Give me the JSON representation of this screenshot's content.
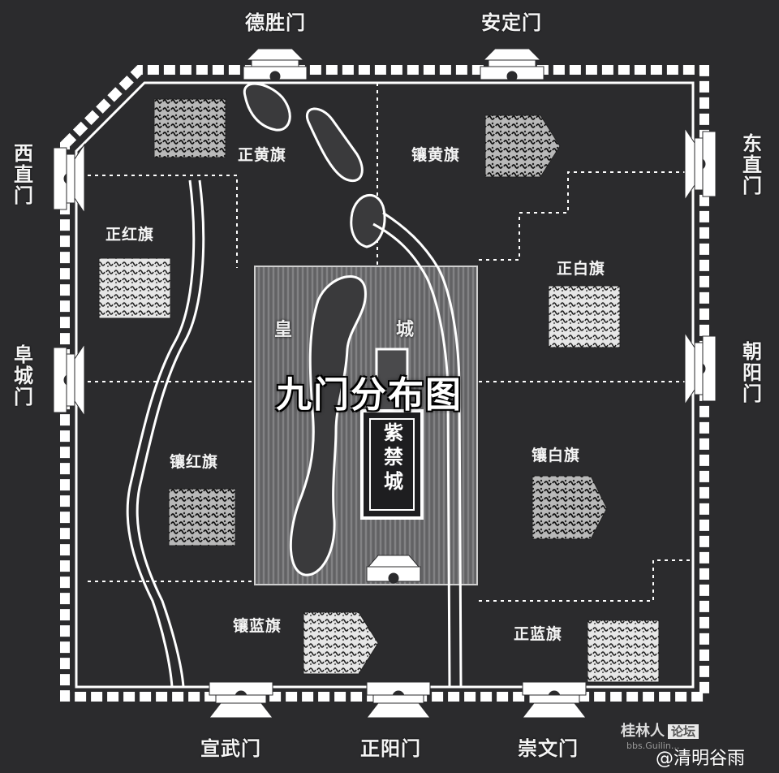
{
  "title": "九门分布图",
  "imperial_city_chars": [
    "皇",
    "城"
  ],
  "forbidden_city": "紫禁城",
  "gates": {
    "deshengmen": "德胜门",
    "andingmen": "安定门",
    "xizhimen": "西直门",
    "dongzhimen": "东直门",
    "fuchengmen": "阜城门",
    "chaoyangmen": "朝阳门",
    "xuanwumen": "宣武门",
    "zhengyangmen": "正阳门",
    "chongwenmen": "崇文门"
  },
  "banners": {
    "zhenghuang": "正黄旗",
    "xianghuang": "镶黄旗",
    "zhenghong": "正红旗",
    "zhengbai": "正白旗",
    "xianghong": "镶红旗",
    "xiangbai": "镶白旗",
    "xianglan": "镶蓝旗",
    "zhenglan": "正蓝旗"
  },
  "watermark": {
    "logo": "桂林人",
    "logo_tag": "论坛",
    "url": "bbs.Guilin...",
    "credit": "@清明谷雨"
  },
  "colors": {
    "background": "#2b2b2d",
    "line": "#ffffff",
    "imperial_city_fill": "#6e6e70"
  }
}
